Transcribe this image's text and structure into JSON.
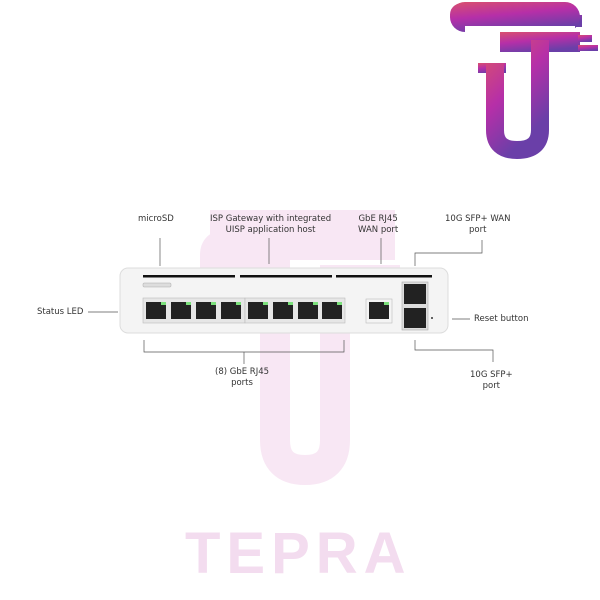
{
  "labels": {
    "microsd": "microSD",
    "isp_gateway": [
      "ISP Gateway with integrated",
      "UISP application host"
    ],
    "wan_port": [
      "GbE RJ45",
      "WAN port"
    ],
    "sfp_wan": [
      "10G SFP+ WAN",
      "port"
    ],
    "status_led": "Status LED",
    "reset": "Reset button",
    "rj45_ports": [
      "(8) GbE RJ45",
      "ports"
    ],
    "sfp_port": [
      "10G SFP+",
      "port"
    ]
  },
  "watermark": "TEPRA",
  "colors": {
    "logo_top": "#d9506e",
    "logo_mid": "#b62fa8",
    "logo_bottom": "#6a3fa8",
    "watermark": "#f3dcef"
  }
}
